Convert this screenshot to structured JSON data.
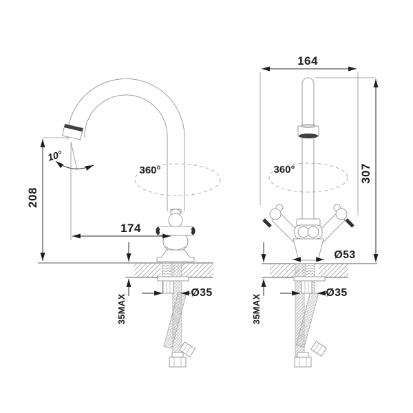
{
  "drawing": {
    "title": "kitchen-faucet-installation-dimensions",
    "colors": {
      "background": "#ffffff",
      "outline": "#9b9b9b",
      "dimension": "#2a2a2a",
      "text": "#1c1c1c",
      "accent_dark": "#3f3f3f"
    },
    "left_view": {
      "name": "side-view",
      "spout_angle_label": "10°",
      "spout_height_label": "208",
      "spout_reach_label": "174",
      "swivel_label": "360°",
      "deck_thickness_label": "35MAX",
      "hole_diameter_label": "Ø35"
    },
    "right_view": {
      "name": "front-view",
      "body_width_label": "164",
      "total_height_label": "307",
      "swivel_label": "360°",
      "base_diameter_label": "Ø53",
      "hole_diameter_label": "Ø35",
      "deck_thickness_label": "35MAX"
    }
  }
}
